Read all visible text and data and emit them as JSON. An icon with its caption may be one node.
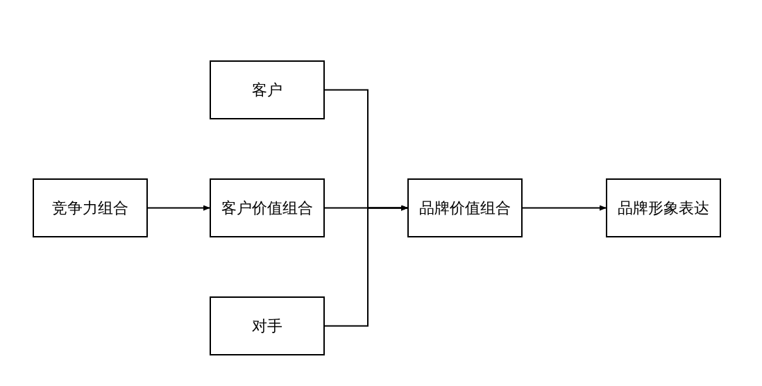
{
  "diagram": {
    "nodes": [
      {
        "text": [
          "竞争力组合"
        ]
      },
      {
        "text": [
          "客户"
        ]
      },
      {
        "text": [
          "客户价值组合"
        ]
      },
      {
        "text": [
          "对手"
        ]
      },
      {
        "text": [
          "品牌价值组合"
        ]
      },
      {
        "text": [
          "品牌形象表达"
        ]
      }
    ],
    "edges": [
      {
        "from": 0,
        "to": 2,
        "arrow": "to"
      },
      {
        "from": 1,
        "to": 4,
        "arrow": "to"
      },
      {
        "from": 2,
        "to": 4,
        "arrow": "to"
      },
      {
        "from": 3,
        "to": 4,
        "arrow": "to"
      },
      {
        "from": 4,
        "to": 5,
        "arrow": "to"
      }
    ]
  }
}
